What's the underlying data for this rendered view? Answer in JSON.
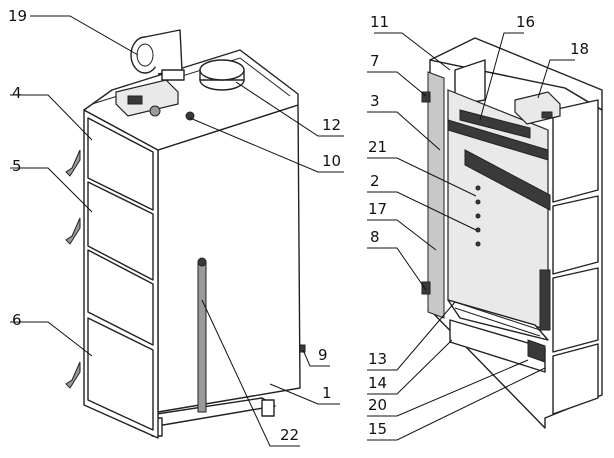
{
  "callouts": [
    {
      "id": "19",
      "text": "19"
    },
    {
      "id": "4",
      "text": "4"
    },
    {
      "id": "5",
      "text": "5"
    },
    {
      "id": "6",
      "text": "6"
    },
    {
      "id": "12",
      "text": "12"
    },
    {
      "id": "10",
      "text": "10"
    },
    {
      "id": "9",
      "text": "9"
    },
    {
      "id": "1",
      "text": "1"
    },
    {
      "id": "22",
      "text": "22"
    },
    {
      "id": "11",
      "text": "11"
    },
    {
      "id": "16",
      "text": "16"
    },
    {
      "id": "7",
      "text": "7"
    },
    {
      "id": "18",
      "text": "18"
    },
    {
      "id": "3",
      "text": "3"
    },
    {
      "id": "21",
      "text": "21"
    },
    {
      "id": "2",
      "text": "2"
    },
    {
      "id": "17",
      "text": "17"
    },
    {
      "id": "8",
      "text": "8"
    },
    {
      "id": "13",
      "text": "13"
    },
    {
      "id": "14",
      "text": "14"
    },
    {
      "id": "20",
      "text": "20"
    },
    {
      "id": "15",
      "text": "15"
    }
  ]
}
